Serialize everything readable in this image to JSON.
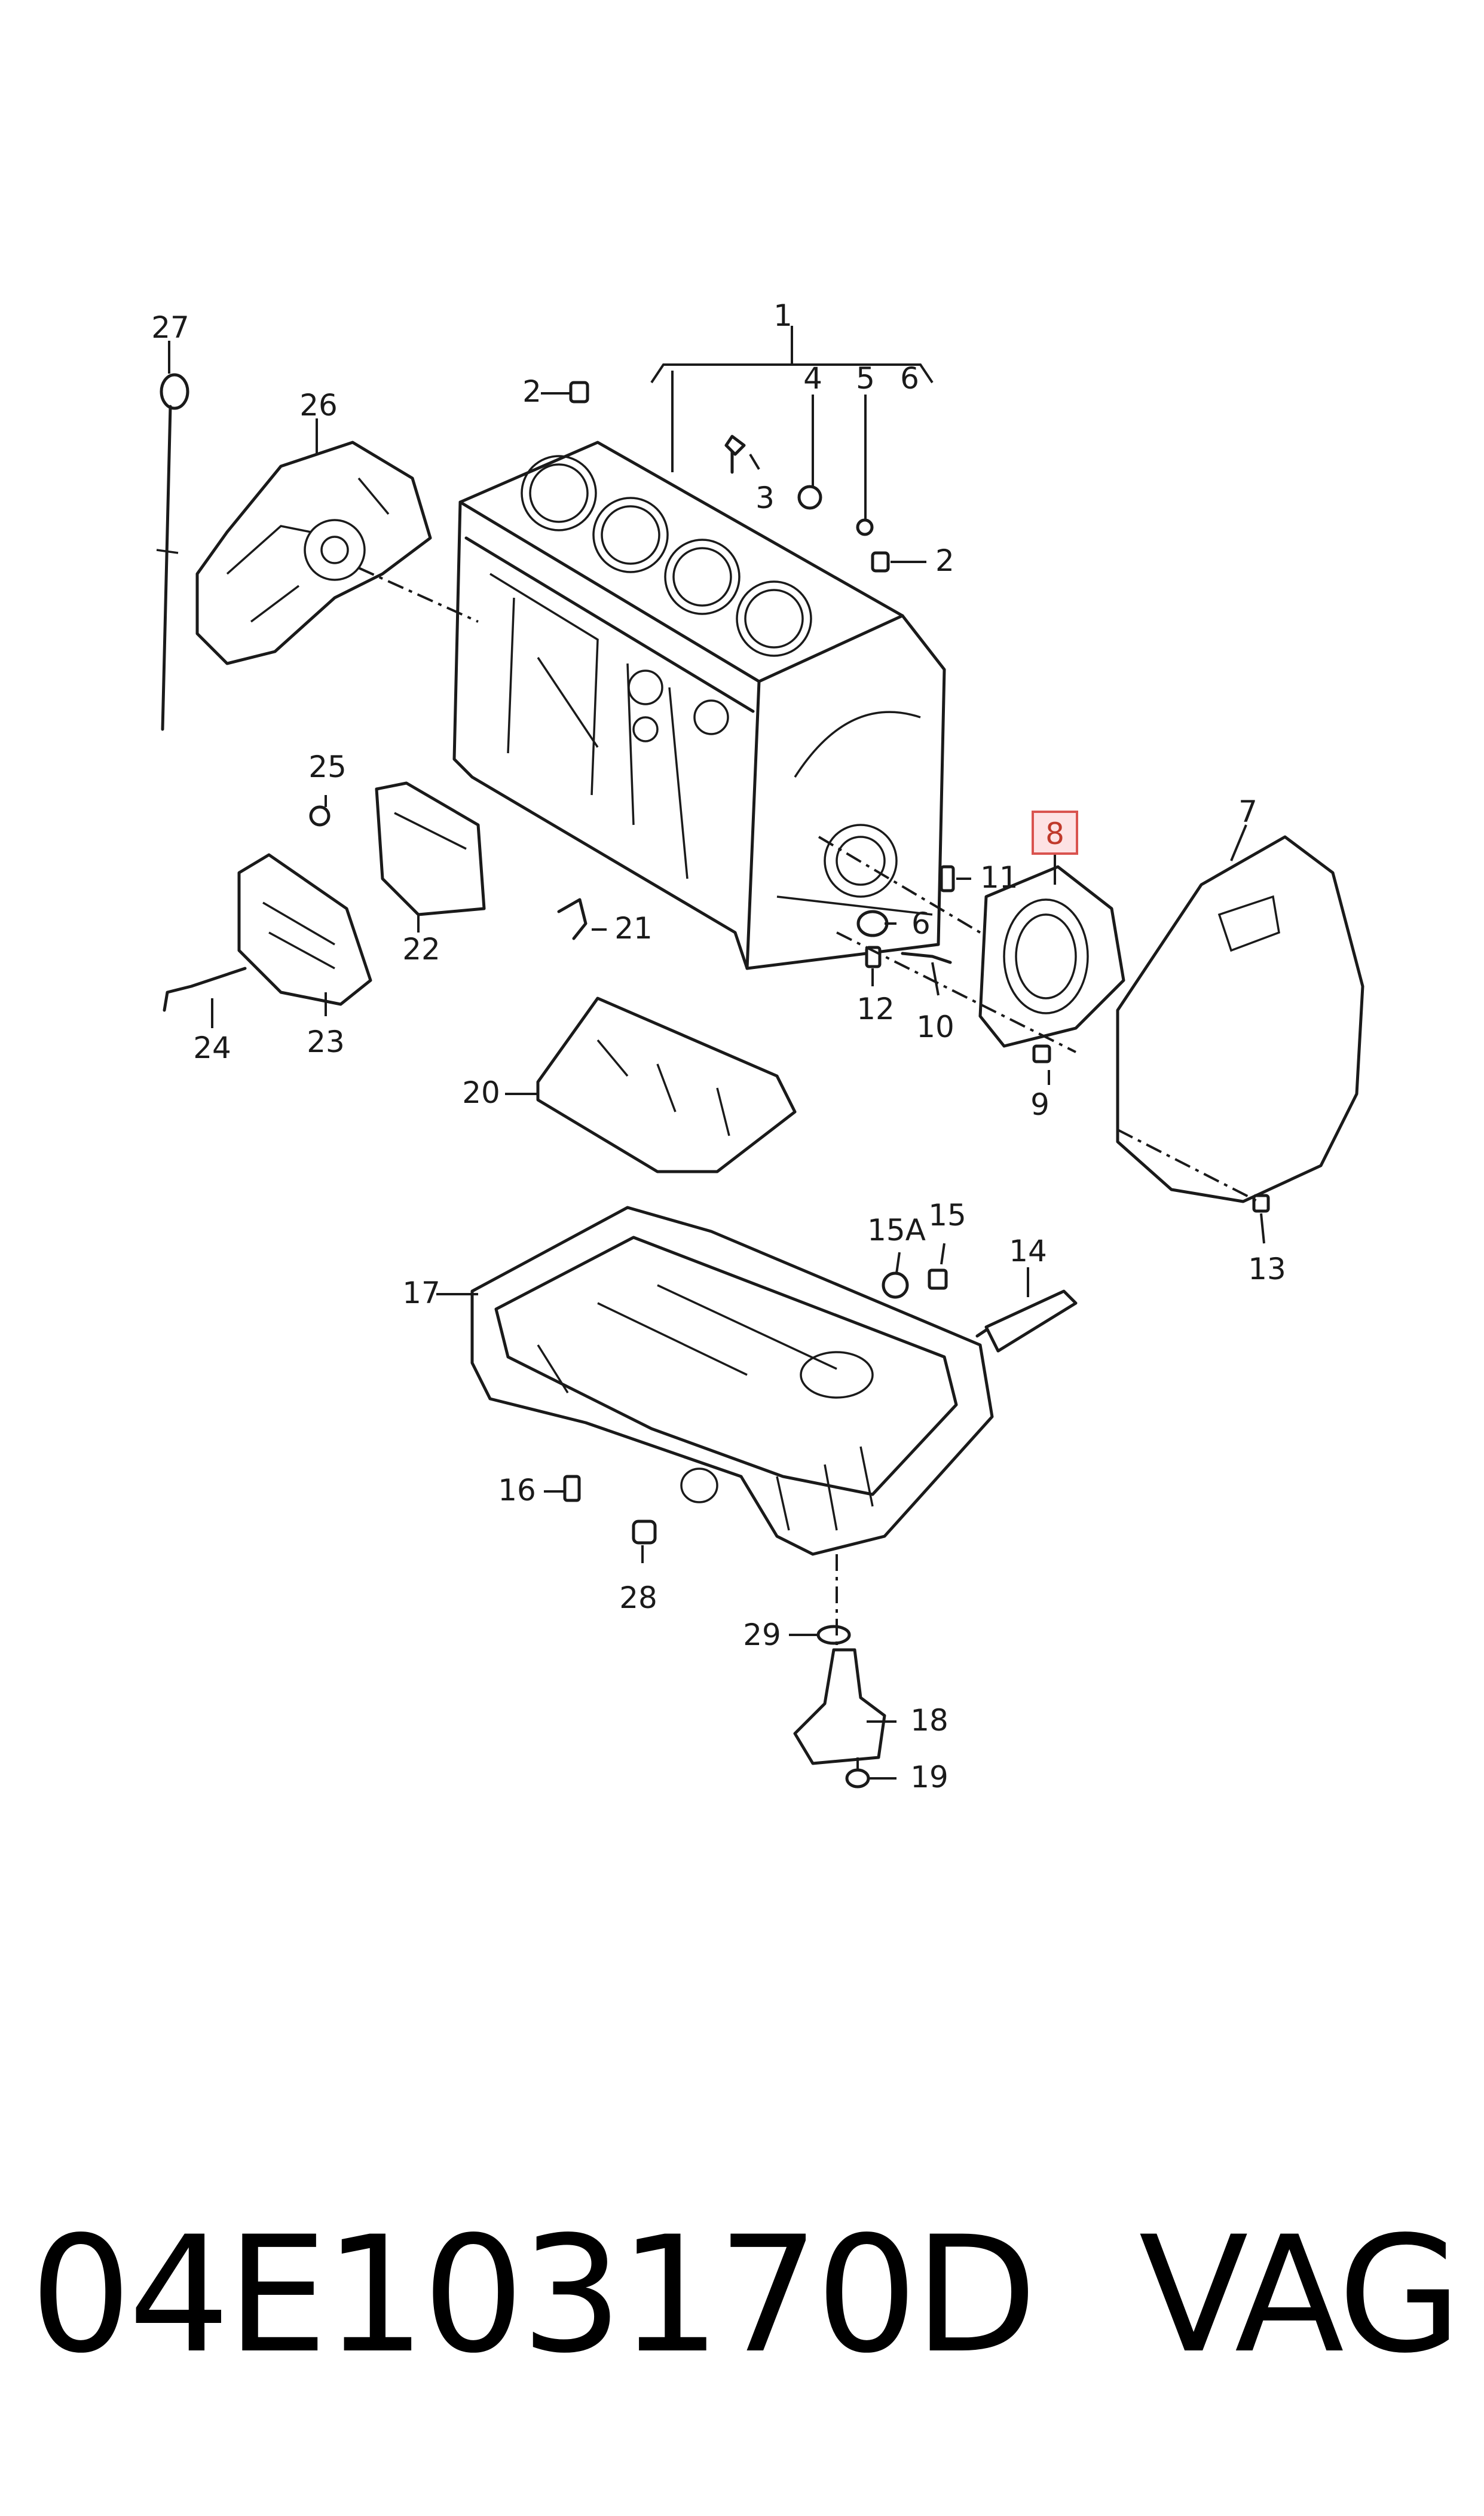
{
  "callouts": {
    "c1": "1",
    "c2a": "2",
    "c2b": "2",
    "c3": "3",
    "c4": "4",
    "c5": "5",
    "c6a": "6",
    "c6b": "6",
    "c7": "7",
    "c8": "8",
    "c9": "9",
    "c10": "10",
    "c11": "11",
    "c12": "12",
    "c13": "13",
    "c14": "14",
    "c15": "15",
    "c15a": "15A",
    "c16": "16",
    "c17": "17",
    "c18": "18",
    "c19": "19",
    "c20": "20",
    "c21": "21",
    "c22": "22",
    "c23": "23",
    "c24": "24",
    "c25": "25",
    "c26": "26",
    "c27": "27",
    "c28": "28",
    "c29": "29"
  },
  "highlighted_callout": "8",
  "highlight_color": "#d9534f",
  "footer": {
    "part_number": "04E103170D",
    "brand": "VAG"
  }
}
